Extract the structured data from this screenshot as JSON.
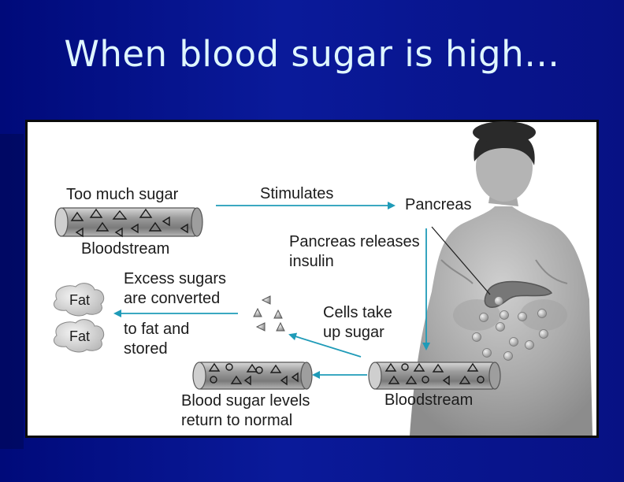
{
  "slide": {
    "title": "When blood sugar is high…"
  },
  "diagram": {
    "too_much_sugar": "Too much sugar",
    "bloodstream_top": "Bloodstream",
    "stimulates": "Stimulates",
    "pancreas": "Pancreas",
    "pancreas_releases_line1": "Pancreas releases",
    "pancreas_releases_line2": "insulin",
    "excess_line1": "Excess sugars",
    "excess_line2": "are converted",
    "fat_line1": "to fat and",
    "fat_line2": "stored",
    "fat_cell_1": "Fat",
    "fat_cell_2": "Fat",
    "cells_line1": "Cells take",
    "cells_line2": "up sugar",
    "normal_line1": "Blood sugar levels",
    "normal_line2": "return to normal",
    "bloodstream_bottom": "Bloodstream",
    "colors": {
      "arrow": "#1f9bb8",
      "vessel": "#8a8a8a",
      "title_text": "#dff6ff",
      "background": "#0a1a9a"
    }
  }
}
